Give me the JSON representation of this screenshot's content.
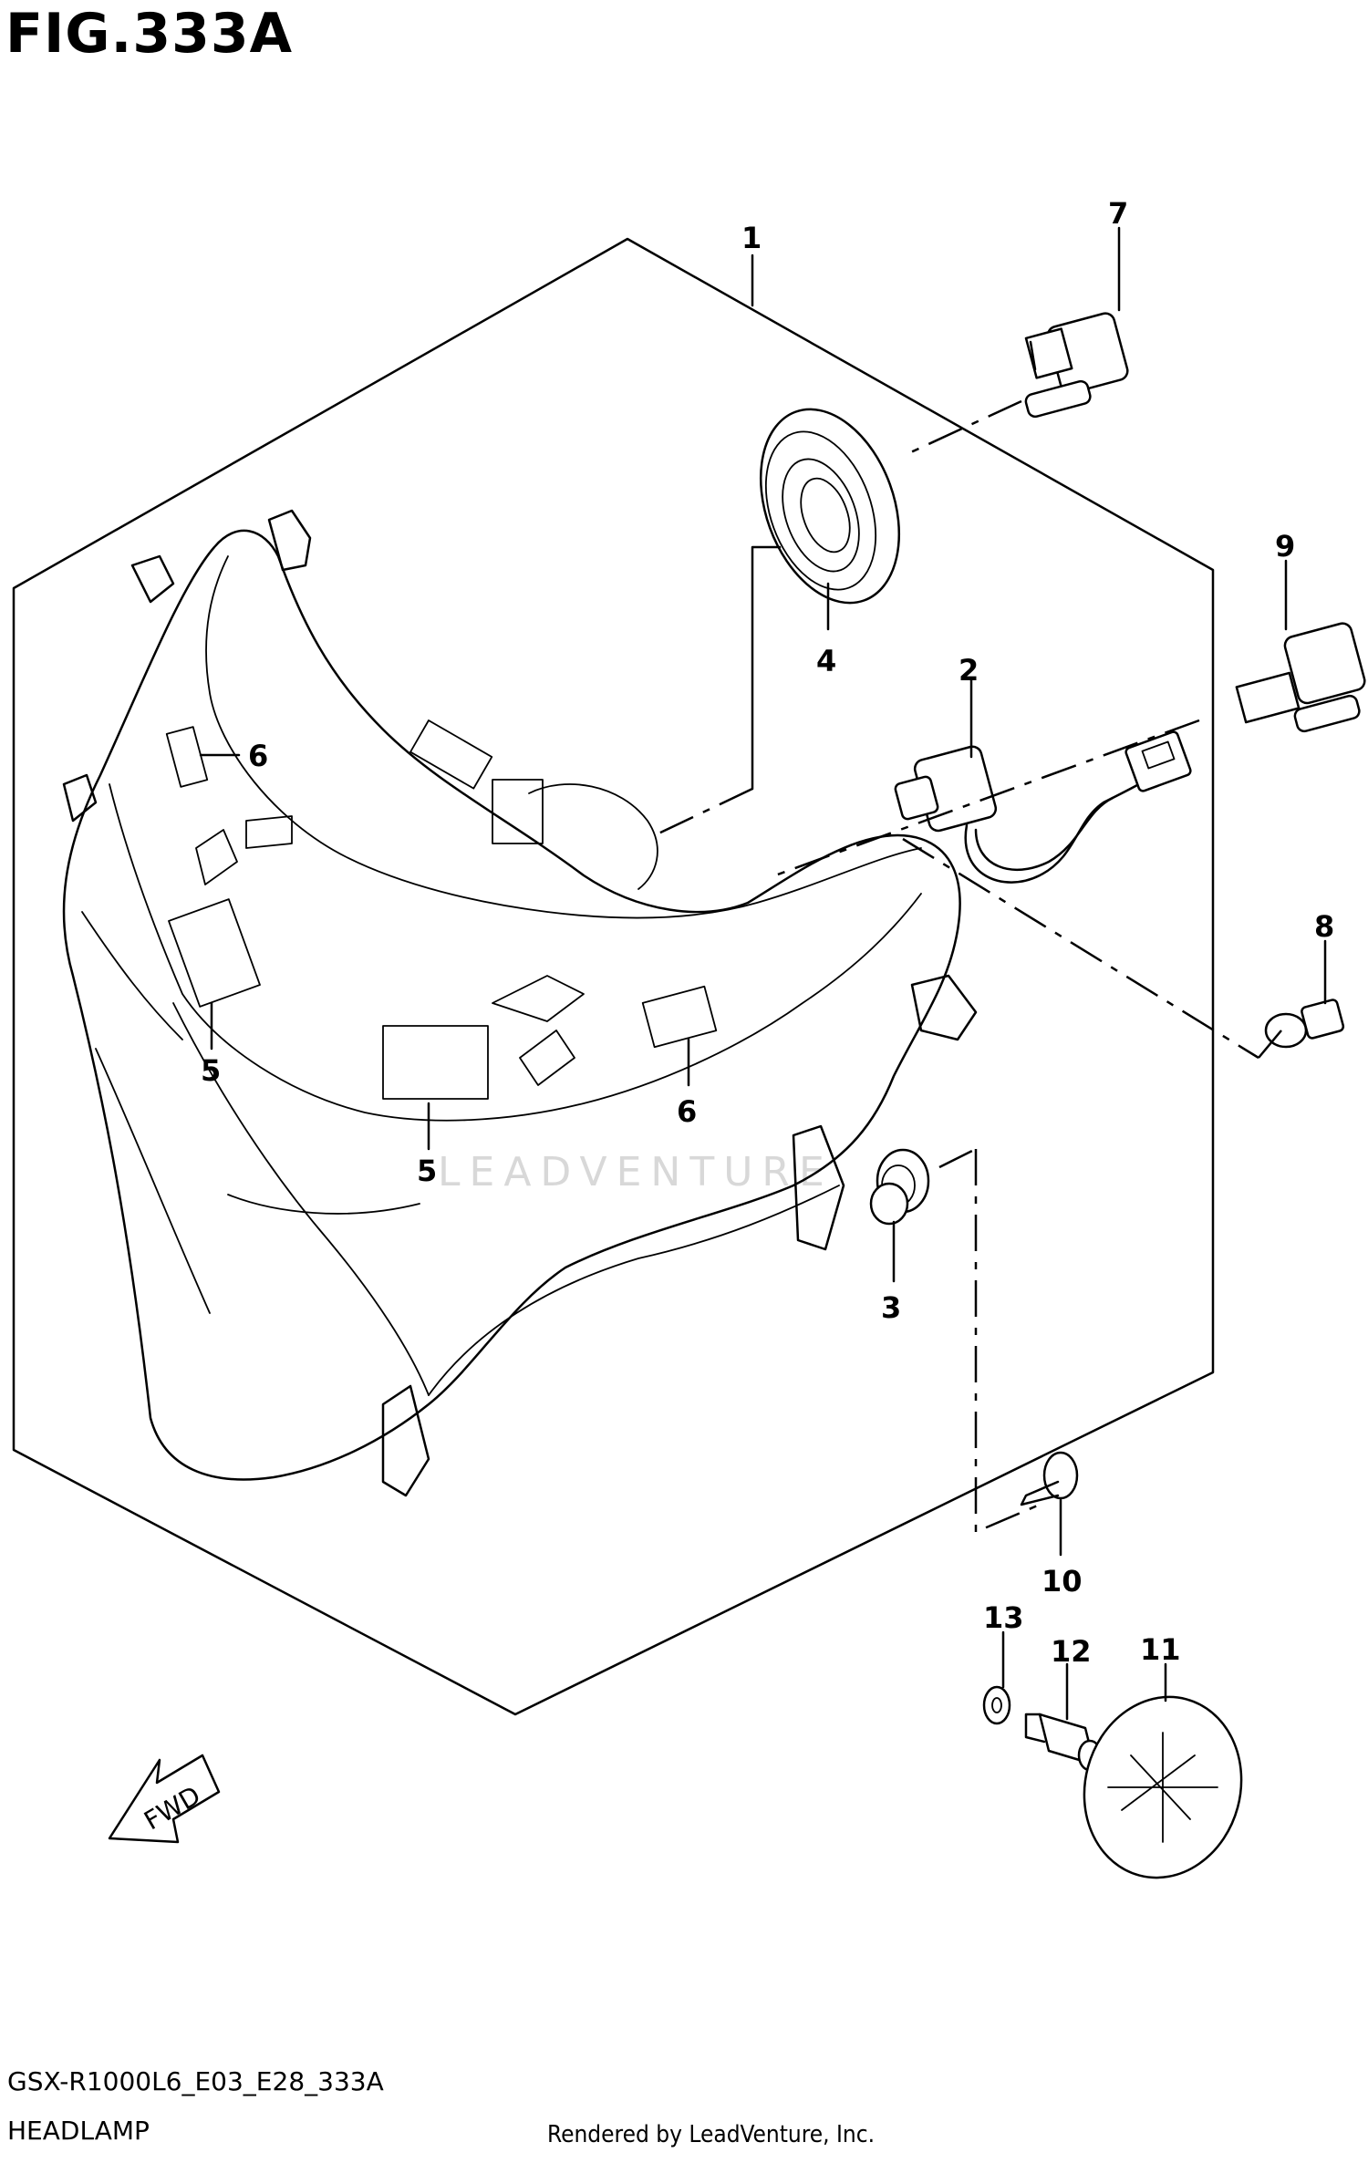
{
  "figure": {
    "title": "FIG.333A"
  },
  "callouts": [
    {
      "id": "1",
      "label": "1"
    },
    {
      "id": "2",
      "label": "2"
    },
    {
      "id": "3",
      "label": "3"
    },
    {
      "id": "4",
      "label": "4"
    },
    {
      "id": "5a",
      "label": "5"
    },
    {
      "id": "5b",
      "label": "5"
    },
    {
      "id": "6a",
      "label": "6"
    },
    {
      "id": "6b",
      "label": "6"
    },
    {
      "id": "7",
      "label": "7"
    },
    {
      "id": "8",
      "label": "8"
    },
    {
      "id": "9",
      "label": "9"
    },
    {
      "id": "10",
      "label": "10"
    },
    {
      "id": "11",
      "label": "11"
    },
    {
      "id": "12",
      "label": "12"
    },
    {
      "id": "13",
      "label": "13"
    }
  ],
  "fwd_arrow": {
    "label": "FWD"
  },
  "watermark": "LEADVENTURE",
  "footer": {
    "code": "GSX-R1000L6_E03_E28_333A",
    "name": "HEADLAMP",
    "render_credit": "Rendered by LeadVenture, Inc."
  }
}
